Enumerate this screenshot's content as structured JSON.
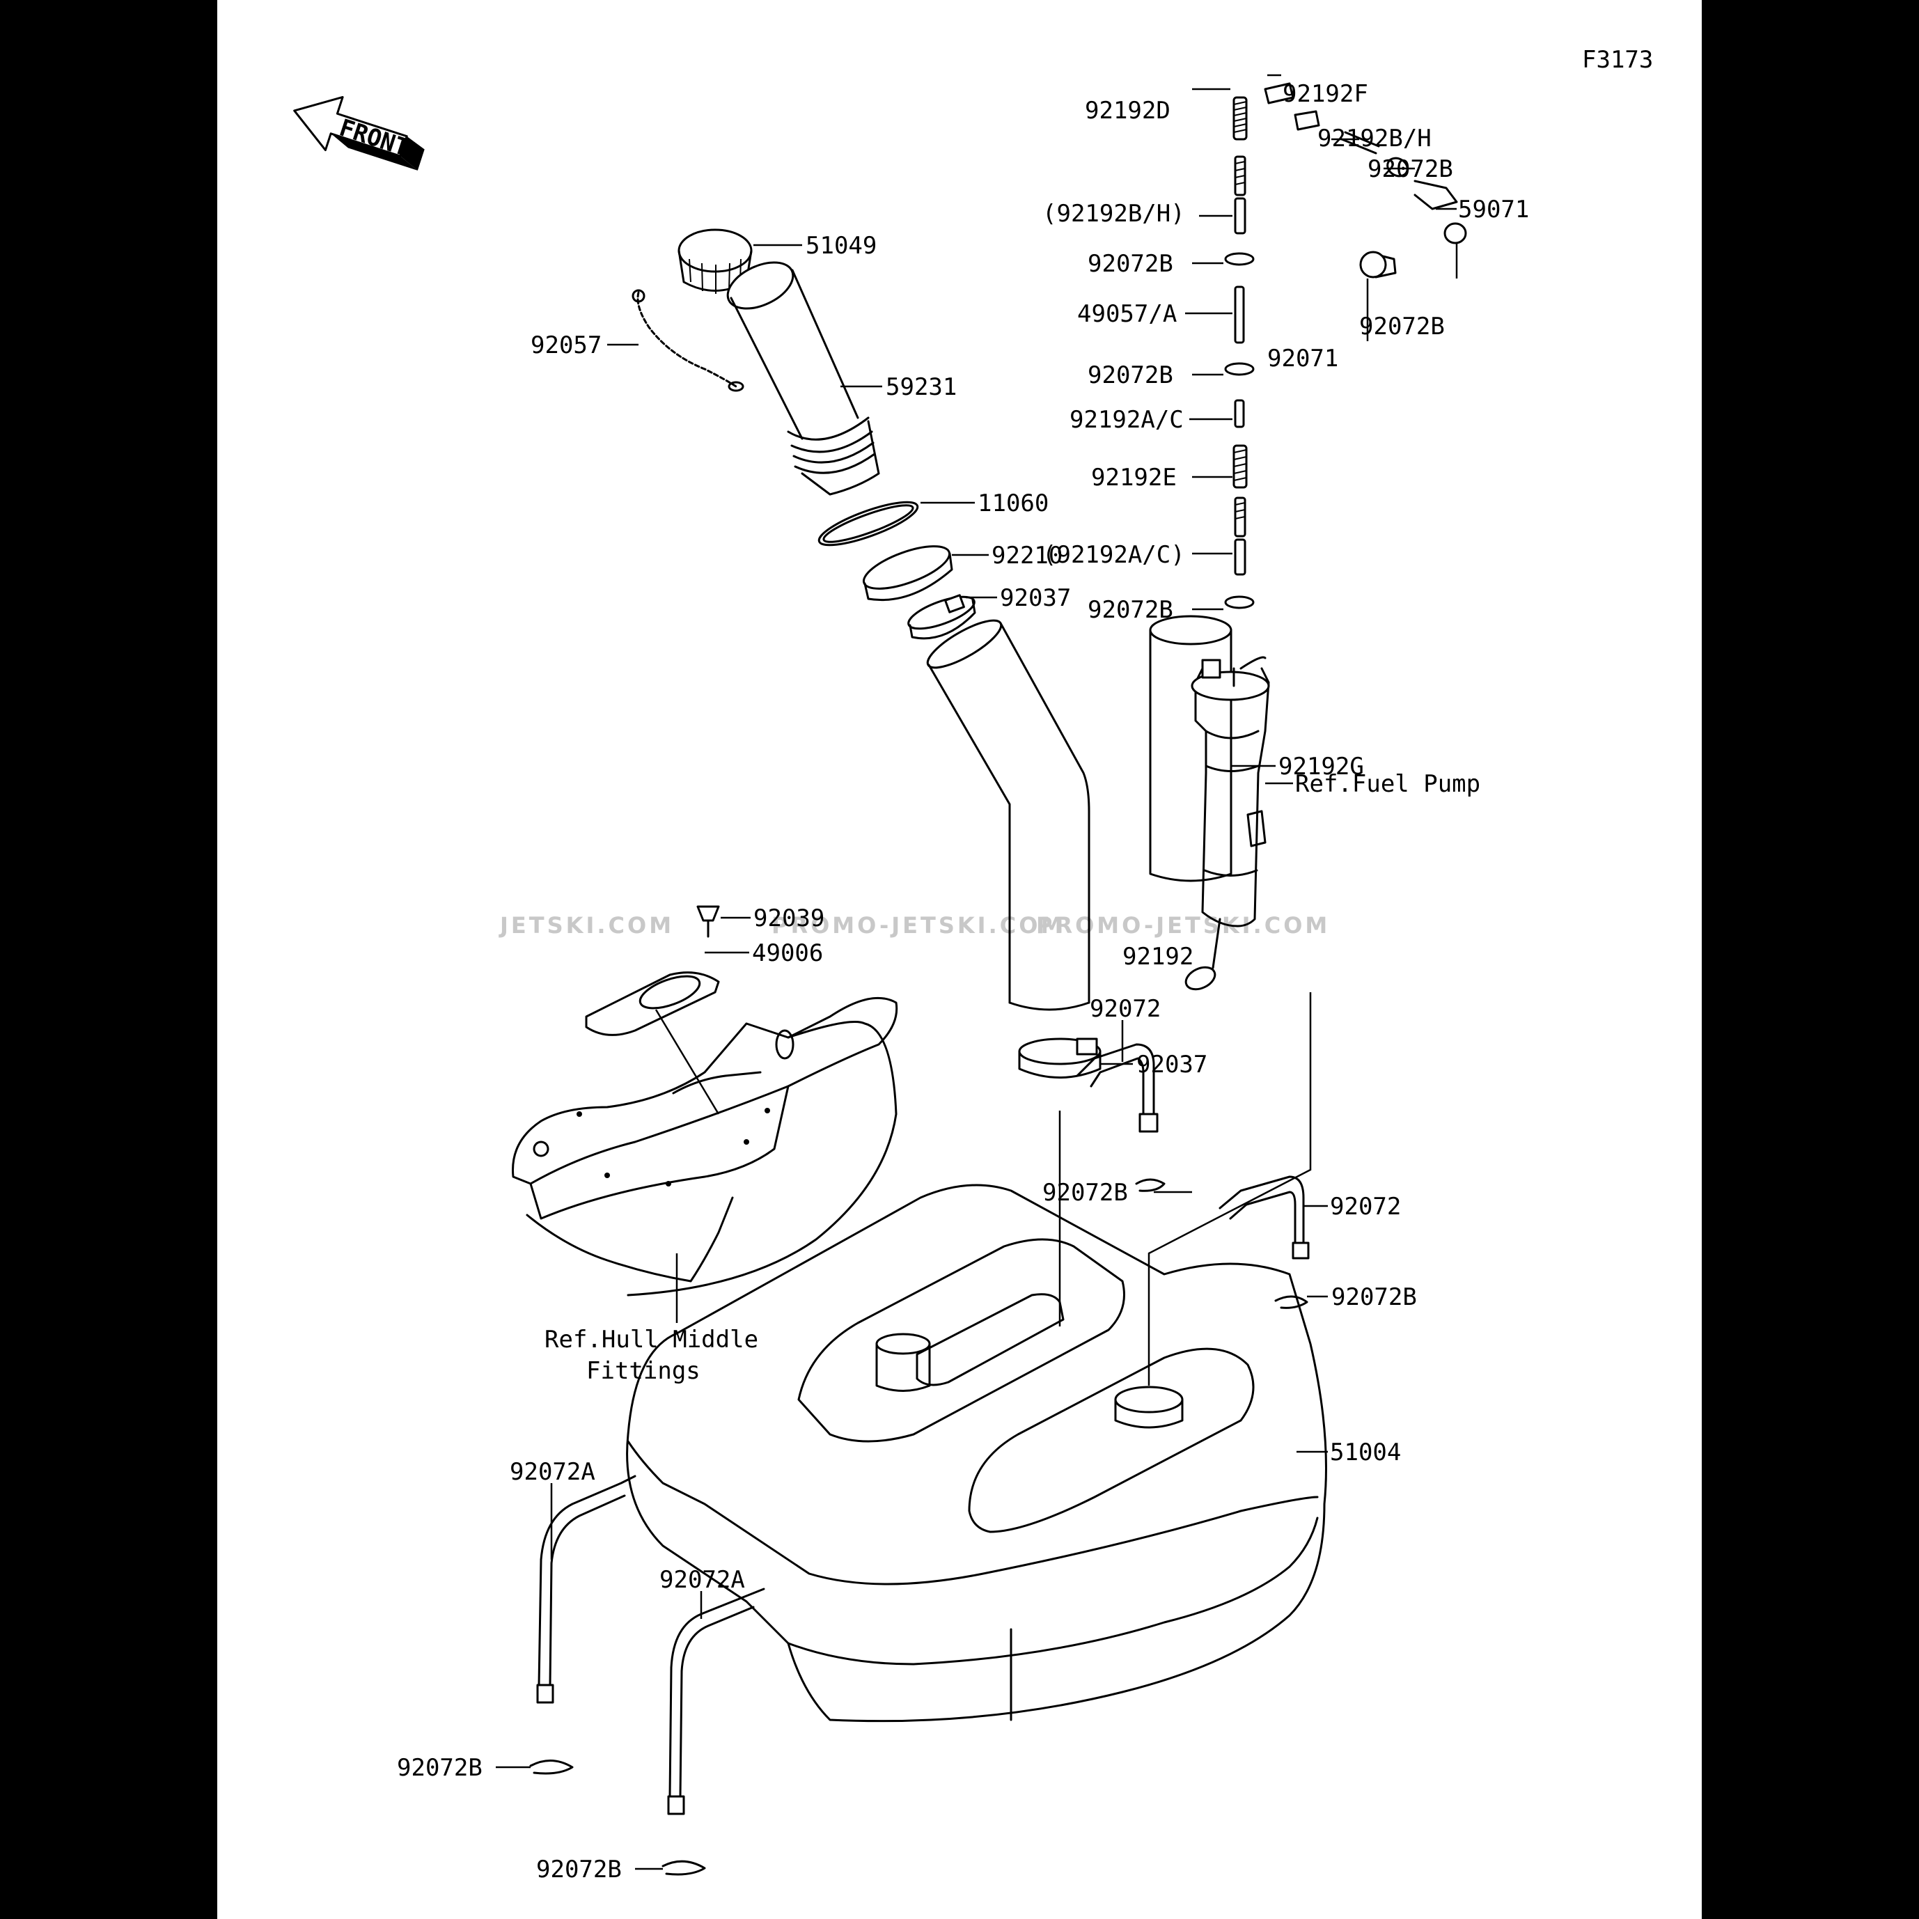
{
  "diagram": {
    "figure_code": "F3173",
    "front_label": "FRONT",
    "watermarks": [
      "JETSKI.COM",
      "PROMO-JETSKI.COM",
      "PROMO-JETSKI.COM"
    ],
    "labels": {
      "p92192F": "92192F",
      "p92192D": "92192D",
      "p92192BH": "92192B/H",
      "p92072B_1": "92072B",
      "p59071": "59071",
      "p92192BH_paren": "(92192B/H)",
      "p92072B_2": "92072B",
      "p49057A": "49057/A",
      "p92072B_3": "92072B",
      "p92071": "92071",
      "p92072B_4": "92072B",
      "p92192AC": "92192A/C",
      "p92192E": "92192E",
      "p92192AC_paren": "(92192A/C)",
      "p92072B_5": "92072B",
      "p51049": "51049",
      "p92057": "92057",
      "p59231": "59231",
      "p11060": "11060",
      "p92210": "92210",
      "p92037_1": "92037",
      "p92192G": "92192G",
      "ref_fuel_pump": "Ref.Fuel Pump",
      "p92039": "92039",
      "p49006": "49006",
      "p92192": "92192",
      "p92037_2": "92037",
      "p92072_1": "92072",
      "p92072B_6": "92072B",
      "p92072_2": "92072",
      "p92072B_7": "92072B",
      "ref_hull_1": "Ref.Hull Middle",
      "ref_hull_2": "Fittings",
      "p51004": "51004",
      "p92072A_1": "92072A",
      "p92072A_2": "92072A",
      "p92072B_8": "92072B",
      "p92072B_9": "92072B"
    }
  }
}
